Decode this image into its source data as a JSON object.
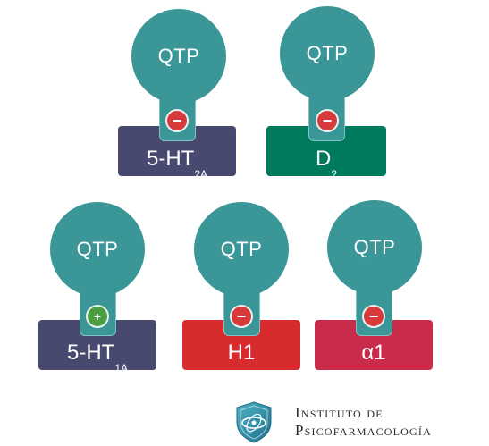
{
  "units": [
    {
      "ligand": "QTP",
      "receptor_main": "5-HT",
      "receptor_sub": "2A",
      "effect": "−",
      "effect_kind": "antagonist",
      "receptor_color": "#474a6e",
      "badge_color": "#d63a3a"
    },
    {
      "ligand": "QTP",
      "receptor_main": "D",
      "receptor_sub": "2",
      "effect": "−",
      "effect_kind": "antagonist",
      "receptor_color": "#007a5e",
      "badge_color": "#d63a3a"
    },
    {
      "ligand": "QTP",
      "receptor_main": "5-HT",
      "receptor_sub": "1A",
      "effect": "+",
      "effect_kind": "agonist",
      "receptor_color": "#474a6e",
      "badge_color": "#4a9e3f"
    },
    {
      "ligand": "QTP",
      "receptor_main": "H1",
      "receptor_sub": "",
      "effect": "−",
      "effect_kind": "antagonist",
      "receptor_color": "#d72b2e",
      "badge_color": "#d63a3a"
    },
    {
      "ligand": "QTP",
      "receptor_main": "α1",
      "receptor_sub": "",
      "effect": "−",
      "effect_kind": "antagonist",
      "receptor_color": "#c92c4a",
      "badge_color": "#d63a3a"
    }
  ],
  "institute": {
    "line1": "Instituto de",
    "line2": "Psicofarmacología"
  }
}
